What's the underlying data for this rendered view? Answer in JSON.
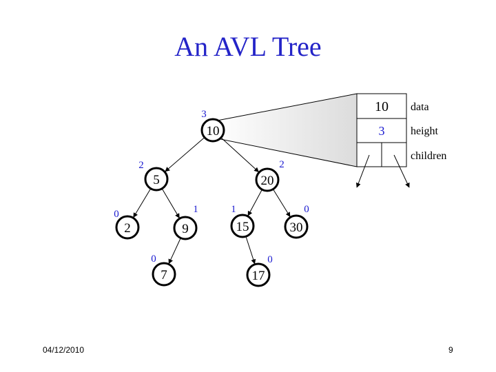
{
  "title": "An AVL Tree",
  "footer": {
    "date": "04/12/2010",
    "page": "9"
  },
  "colors": {
    "title": "#2424c8",
    "height_label": "#1a1ad0",
    "node_stroke": "#000000"
  },
  "tree": {
    "nodes": [
      {
        "id": "n10",
        "key": "10",
        "height": "3"
      },
      {
        "id": "n5",
        "key": "5",
        "height": "2"
      },
      {
        "id": "n20",
        "key": "20",
        "height": "2"
      },
      {
        "id": "n2",
        "key": "2",
        "height": "0"
      },
      {
        "id": "n9",
        "key": "9",
        "height": "1"
      },
      {
        "id": "n15",
        "key": "15",
        "height": "1"
      },
      {
        "id": "n30",
        "key": "30",
        "height": "0"
      },
      {
        "id": "n7",
        "key": "7",
        "height": "0"
      },
      {
        "id": "n17",
        "key": "17",
        "height": "0"
      }
    ],
    "edges": [
      [
        "n10",
        "n5"
      ],
      [
        "n10",
        "n20"
      ],
      [
        "n5",
        "n2"
      ],
      [
        "n5",
        "n9"
      ],
      [
        "n20",
        "n15"
      ],
      [
        "n20",
        "n30"
      ],
      [
        "n9",
        "n7"
      ],
      [
        "n15",
        "n17"
      ]
    ]
  },
  "node_detail": {
    "data_value": "10",
    "height_value": "3",
    "labels": {
      "data": "data",
      "height": "height",
      "children": "children"
    }
  }
}
